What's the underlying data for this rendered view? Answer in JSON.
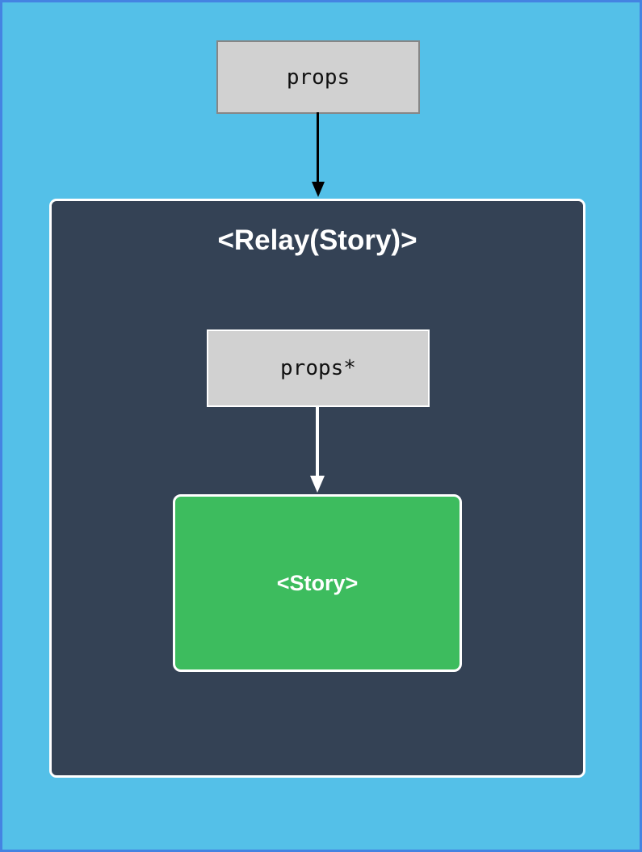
{
  "page": {
    "background_color": "#54C0E8",
    "border_color": "#4483E2"
  },
  "diagram": {
    "outer_props_box": {
      "label": "props",
      "fill_color": "#D1D1D1",
      "border_color": "#868686"
    },
    "relay_container": {
      "title": "<Relay(Story)>",
      "fill_color": "#344255",
      "border_color": "#FFFFFF"
    },
    "inner_props_box": {
      "label": "props*",
      "fill_color": "#D1D1D1",
      "border_color": "#FFFFFF"
    },
    "story_box": {
      "label": "<Story>",
      "fill_color": "#3DBC5E",
      "border_color": "#FFFFFF"
    },
    "arrows": [
      {
        "name": "props-to-relay-arrow",
        "color": "#000000",
        "direction": "down"
      },
      {
        "name": "props-star-to-story-arrow",
        "color": "#FFFFFF",
        "direction": "down"
      }
    ]
  }
}
